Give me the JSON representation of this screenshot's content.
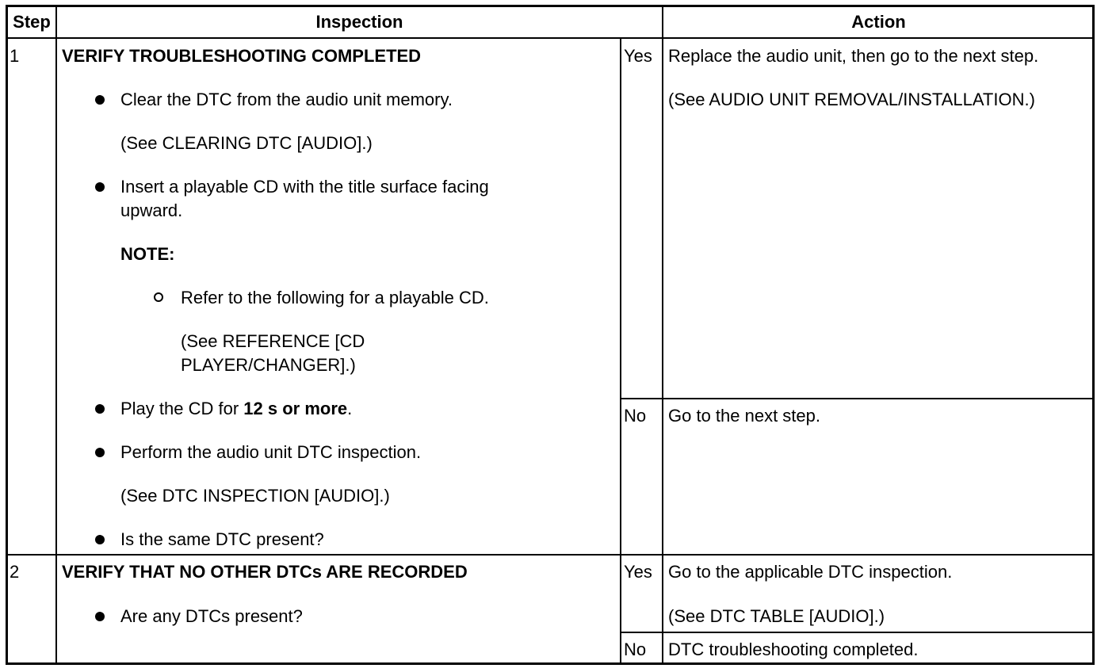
{
  "headers": {
    "step": "Step",
    "inspection": "Inspection",
    "action": "Action"
  },
  "rows": [
    {
      "step": "1",
      "title": "VERIFY TROUBLESHOOTING COMPLETED",
      "items": [
        "Clear the DTC from the audio unit memory.",
        "(See CLEARING DTC [AUDIO].)",
        "Insert a playable CD with the title surface facing",
        "upward.",
        "NOTE:",
        "Refer to the following for a playable CD.",
        "(See REFERENCE [CD",
        "PLAYER/CHANGER].)",
        "Play the CD for ",
        "12 s or more",
        ".",
        "Perform the audio unit DTC inspection.",
        "(See DTC INSPECTION [AUDIO].)",
        "Is the same DTC present?"
      ],
      "yes_label": "Yes",
      "yes_action": [
        "Replace the audio unit, then go to the next step.",
        "(See AUDIO UNIT REMOVAL/INSTALLATION.)"
      ],
      "no_label": "No",
      "no_action": "Go to the next step."
    },
    {
      "step": "2",
      "title": "VERIFY THAT NO OTHER DTCs ARE RECORDED",
      "items": [
        "Are any DTCs present?"
      ],
      "yes_label": "Yes",
      "yes_action": [
        "Go to the applicable DTC inspection.",
        "(See DTC TABLE [AUDIO].)"
      ],
      "no_label": "No",
      "no_action": "DTC troubleshooting completed."
    }
  ]
}
